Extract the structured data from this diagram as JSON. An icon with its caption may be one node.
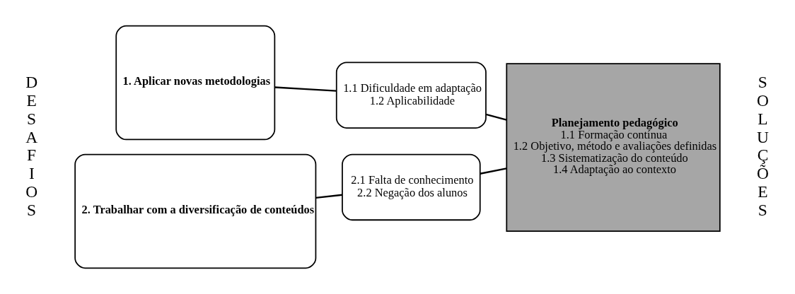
{
  "diagram": {
    "nodes": [
      {
        "text": [
          "1. Aplicar novas metodologias"
        ]
      },
      {
        "text": [
          "1.1 Dificuldade em adaptação",
          "1.2 Aplicabilidade"
        ]
      },
      {
        "text": [
          "2. Trabalhar com a diversificação de conteúdos"
        ]
      },
      {
        "text": [
          "2.1 Falta de conhecimento",
          "2.2 Negação dos alunos"
        ]
      },
      {
        "text": [
          "Planejamento pedagógico",
          "1.1 Formação contínua",
          "1.2 Objetivo, método e avaliações definidas",
          "1.3 Sistematização do conteúdo",
          "1.4 Adaptação ao contexto"
        ]
      }
    ],
    "edges": [
      {
        "from": 0,
        "to": 1,
        "arrow": "none"
      },
      {
        "from": 2,
        "to": 3,
        "arrow": "none"
      },
      {
        "from": 1,
        "to": 4,
        "arrow": "none"
      },
      {
        "from": 3,
        "to": 4,
        "arrow": "none"
      }
    ],
    "labels": [
      "DESAFIOS",
      "SOLUÇÕES"
    ]
  }
}
